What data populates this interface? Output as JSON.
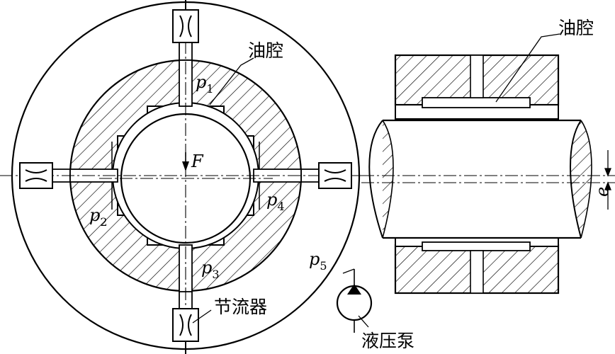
{
  "labels": {
    "oil_chamber": "油腔",
    "oil_chamber_side": "油腔",
    "throttle": "节流器",
    "pump": "液压泵",
    "force": "F",
    "eccentricity": "e",
    "p": "p",
    "p1": "1",
    "p2": "2",
    "p3": "3",
    "p4": "4",
    "p5": "5"
  }
}
